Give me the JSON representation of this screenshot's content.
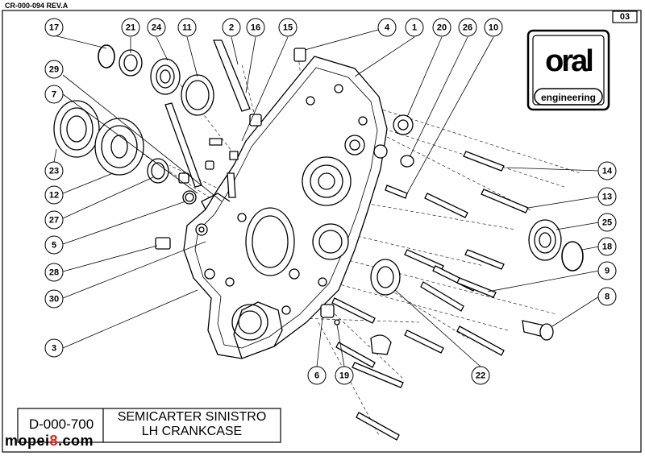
{
  "drawing_ref": "CR-000-094 REV.A",
  "sheet_number": "03",
  "logo": {
    "text": "oral",
    "subtitle": "engineering"
  },
  "part_code": "D-000-700",
  "title_lines": [
    "SEMICARTER SINISTRO",
    "LH CRANKCASE"
  ],
  "watermark": {
    "prefix": "mopei",
    "digit": "8",
    "suffix": ".com",
    "digit_color": "#e02020"
  },
  "callouts": [
    "17",
    "21",
    "24",
    "11",
    "2",
    "16",
    "15",
    "4",
    "1",
    "20",
    "26",
    "10",
    "29",
    "7",
    "23",
    "12",
    "27",
    "5",
    "28",
    "30",
    "3",
    "6",
    "19",
    "22",
    "8",
    "9",
    "18",
    "25",
    "13",
    "14"
  ]
}
